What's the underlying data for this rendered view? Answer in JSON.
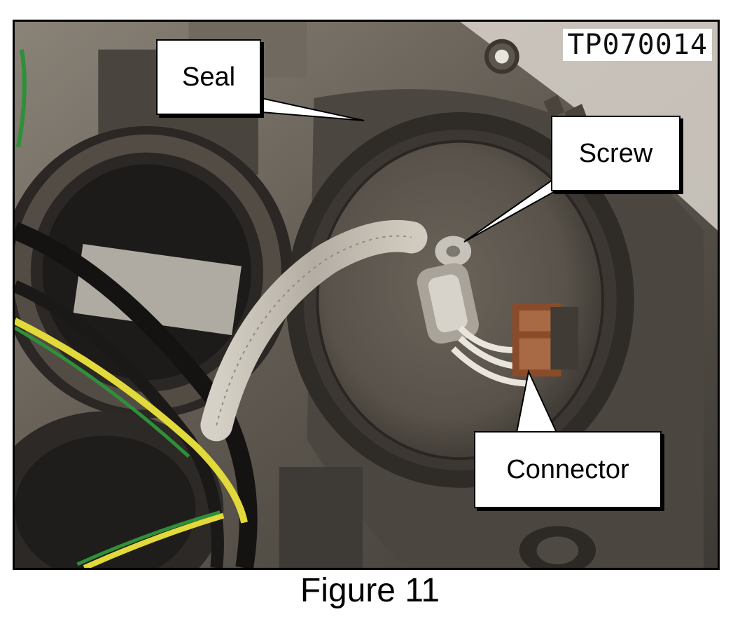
{
  "figure": {
    "photo_id": "TP070014",
    "caption": "Figure 11"
  },
  "callouts": {
    "seal": "Seal",
    "screw": "Screw",
    "connector": "Connector"
  },
  "colors": {
    "housing": "#4d4741",
    "cap": "#5a544c",
    "cable_tape": "#bdb7ad",
    "connector_brown": "#8a4b2a",
    "wire_yellow": "#e2d93a",
    "wire_green": "#2f8f3a"
  }
}
